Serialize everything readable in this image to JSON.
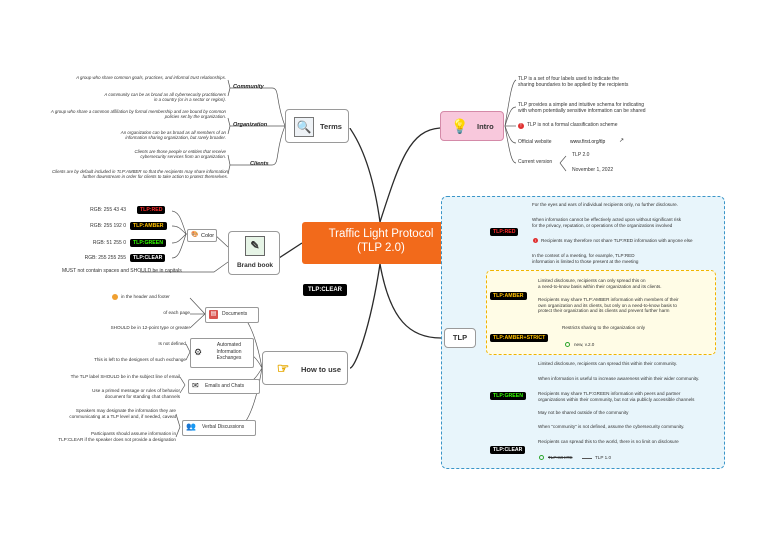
{
  "center": {
    "title_line1": "Traffic Light Protocol",
    "title_line2": "(TLP 2.0)"
  },
  "center_badge": "TLP:CLEAR",
  "terms": {
    "label": "Terms",
    "community": {
      "label": "Community",
      "desc": "A group who share common goals, practices, and informal trust relationships.",
      "note": "A community can be as broad as all cybersecurity practitioners in a country (or in a sector or region)."
    },
    "organization": {
      "label": "Organization",
      "desc": "A group who share a common affiliation by formal membership and are bound by common policies set by the organization.",
      "note": "An organization can be as broad as all members of an information sharing organization, but rarely broader."
    },
    "clients": {
      "label": "Clients",
      "desc": "Clients are those people or entities that receive cybersecurity services from an organization.",
      "note": "Clients are by default included in TLP:AMBER so that the recipients may share information further downstream in order for clients to take action to protect themselves."
    }
  },
  "brand": {
    "label": "Brand book",
    "color_label": "Color",
    "colors": [
      {
        "rgb": "RGB: 255 43 43",
        "tag": "TLP:RED",
        "hex": "#ff2b2b"
      },
      {
        "rgb": "RGB: 255 192 0",
        "tag": "TLP:AMBER",
        "hex": "#ffc000"
      },
      {
        "rgb": "RGB: 51 255 0",
        "tag": "TLP:GREEN",
        "hex": "#33ff00"
      },
      {
        "rgb": "RGB: 255 255 255",
        "tag": "TLP:CLEAR",
        "hex": "#ffffff"
      }
    ],
    "caps_note": "MUST not contain spaces and SHOULD be in capitals"
  },
  "howto": {
    "label": "How to use",
    "documents": {
      "label": "Documents",
      "items": [
        "in the header and footer",
        "of each page",
        "SHOULD be in 12-point type or greater"
      ]
    },
    "automated": {
      "label1": "Automated",
      "label2": "Information",
      "label3": "Exchanges",
      "items": [
        "Is not defined",
        "This is left to the designers of such exchange"
      ]
    },
    "emails": {
      "label": "Emails and Chats",
      "items": [
        "The TLP label SHOULD be in the subject line of email",
        "Use a primed message or rules of behavior",
        "document for standing chat channels"
      ]
    },
    "verbal": {
      "label": "Verbal Discussions",
      "items": [
        "Speakers may designate the information they are",
        "communicating at a TLP level and, if needed, caveat",
        "Participants should assume information in",
        "TLP:CLEAR if the speaker does not provide a designation"
      ]
    }
  },
  "intro": {
    "label": "Intro",
    "p1a": "TLP is a set of four labels used to indicate the",
    "p1b": "sharing boundaries to be applied by the recipients",
    "p2a": "TLP provides a simple and intuitive schema for indicating",
    "p2b": "with whom potentially sensitive information can be shared",
    "warn": "TLP is not a formal classification scheme",
    "website_label": "Official website",
    "website": "www.first.org/tlp",
    "version_label": "Current version",
    "version": "TLP 2.0",
    "date": "November 1, 2022"
  },
  "tlp": {
    "label": "TLP",
    "red": {
      "tag": "TLP:RED",
      "i1": "For the eyes and ears of individual recipients only, no further disclosure.",
      "i2a": "When information cannot be effectively acted upon without significant risk",
      "i2b": "for the privacy, reputation, or operations of the organizations involved",
      "i3": "Recipients may therefore not share TLP:RED information with anyone else",
      "i4a": "In the context of a meeting, for example, TLP:RED",
      "i4b": "information is limited to those present at the meeting"
    },
    "amber": {
      "tag": "TLP:AMBER",
      "i1a": "Limited disclosure, recipients can only spread this on",
      "i1b": "a need-to-know basis within their organization and its clients.",
      "i2a": "Recipients may share TLP:AMBER information with members of their",
      "i2b": "own organization and its clients, but only on a need-to-know basis to",
      "i2c": "protect their organization and its clients and prevent further harm"
    },
    "amber_strict": {
      "tag": "TLP:AMBER+STRICT",
      "i1": "Restricts sharing to the organization only",
      "i2": "new, v.2.0"
    },
    "green": {
      "tag": "TLP:GREEN",
      "i1": "Limited disclosure, recipients can spread this within their community.",
      "i2": "When information is useful to increase awareness within their wider community.",
      "i3a": "Recipients may share TLP:GREEN information with peers and partner",
      "i3b": "organizations within their community, but not via publicly accessible channels",
      "i4": "May not be shared outside of the community",
      "i5": "When \"community\" is not defined, assume the cybersecurity community."
    },
    "clear": {
      "tag": "TLP:CLEAR",
      "i1": "Recipients can spread this to the world, there is no limit on disclosure",
      "old": "TLP:WHITE",
      "old_ver": "TLP 1.0"
    }
  }
}
